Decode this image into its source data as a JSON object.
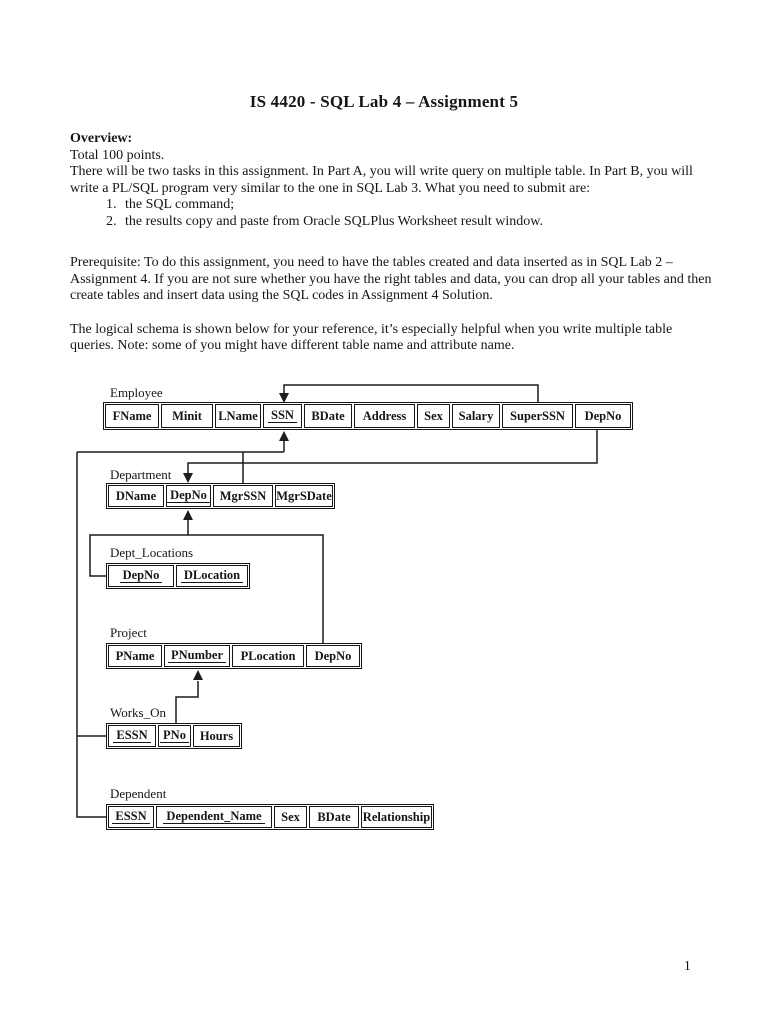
{
  "page": {
    "title": "IS 4420 - SQL Lab 4 – Assignment 5",
    "page_number": "1"
  },
  "overview": {
    "heading": "Overview:",
    "total_line": "Total 100 points.",
    "para1": "There will be two tasks in this assignment. In Part A, you will write query on multiple table. In Part B, you will write a PL/SQL program very similar to the one in SQL Lab 3. What you need to submit are:",
    "list": [
      {
        "num": "1.",
        "text": "the SQL command;"
      },
      {
        "num": "2.",
        "text": "the results copy and paste from Oracle SQLPlus Worksheet result window."
      }
    ],
    "para2": "Prerequisite: To do this assignment, you need to have the tables created and data inserted as in SQL Lab 2 – Assignment 4. If you are not sure whether you have the right tables and data, you can drop all your tables and then create tables and insert data using the SQL codes in Assignment 4 Solution.",
    "para3": "The logical schema is shown below for your reference, it’s especially helpful when you write multiple table queries. Note: some of you might have different table name and attribute name."
  },
  "schema": {
    "tables": [
      {
        "name": "Employee",
        "columns": [
          {
            "label": "FName",
            "underline": false
          },
          {
            "label": "Minit",
            "underline": false
          },
          {
            "label": "LName",
            "underline": false
          },
          {
            "label": "SSN",
            "underline": true
          },
          {
            "label": "BDate",
            "underline": false
          },
          {
            "label": "Address",
            "underline": false
          },
          {
            "label": "Sex",
            "underline": false
          },
          {
            "label": "Salary",
            "underline": false
          },
          {
            "label": "SuperSSN",
            "underline": false
          },
          {
            "label": "DepNo",
            "underline": false
          }
        ]
      },
      {
        "name": "Department",
        "columns": [
          {
            "label": "DName",
            "underline": false
          },
          {
            "label": "DepNo",
            "underline": true
          },
          {
            "label": "MgrSSN",
            "underline": false
          },
          {
            "label": "MgrSDate",
            "underline": false
          }
        ]
      },
      {
        "name": "Dept_Locations",
        "columns": [
          {
            "label": "DepNo",
            "underline": true
          },
          {
            "label": "DLocation",
            "underline": true
          }
        ]
      },
      {
        "name": "Project",
        "columns": [
          {
            "label": "PName",
            "underline": false
          },
          {
            "label": "PNumber",
            "underline": true
          },
          {
            "label": "PLocation",
            "underline": false
          },
          {
            "label": "DepNo",
            "underline": false
          }
        ]
      },
      {
        "name": "Works_On",
        "columns": [
          {
            "label": "ESSN",
            "underline": true
          },
          {
            "label": "PNo",
            "underline": true
          },
          {
            "label": "Hours",
            "underline": false
          }
        ]
      },
      {
        "name": "Dependent",
        "columns": [
          {
            "label": "ESSN",
            "underline": true
          },
          {
            "label": "Dependent_Name",
            "underline": true
          },
          {
            "label": "Sex",
            "underline": false
          },
          {
            "label": "BDate",
            "underline": false
          },
          {
            "label": "Relationship",
            "underline": false
          }
        ]
      }
    ],
    "relations": [
      {
        "from": "Employee.SuperSSN",
        "to": "Employee.SSN"
      },
      {
        "from": "Employee.DepNo",
        "to": "Department.DepNo"
      },
      {
        "from": "Department.MgrSSN",
        "to": "Employee.SSN"
      },
      {
        "from": "Works_On.ESSN",
        "to": "Employee.SSN"
      },
      {
        "from": "Dependent.ESSN",
        "to": "Employee.SSN"
      },
      {
        "from": "Dept_Locations.DepNo",
        "to": "Department.DepNo"
      },
      {
        "from": "Project.DepNo",
        "to": "Department.DepNo"
      },
      {
        "from": "Works_On.PNo",
        "to": "Project.PNumber"
      }
    ]
  }
}
